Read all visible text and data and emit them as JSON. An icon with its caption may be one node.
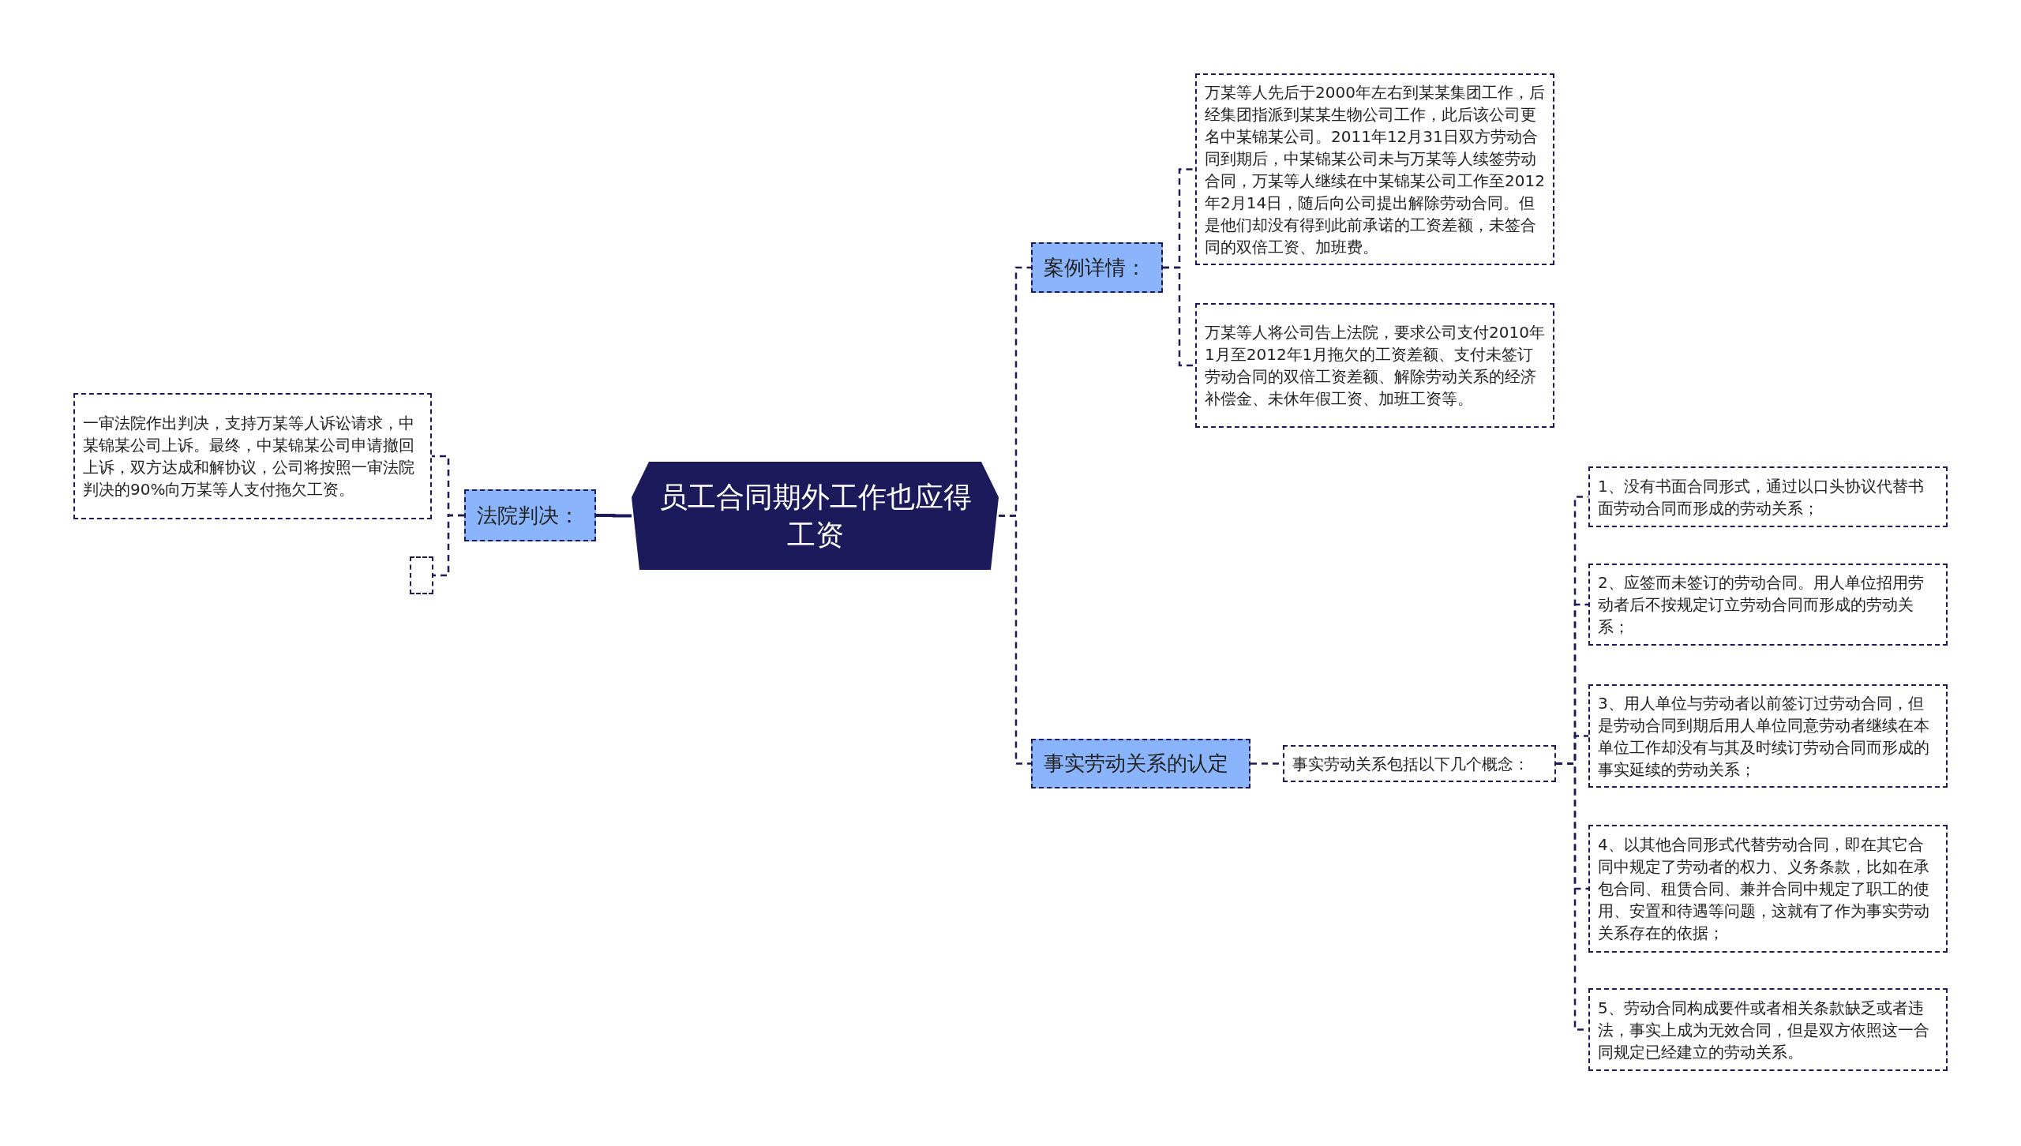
{
  "diagram": {
    "nodes": [
      {
        "text": [
          "员工合同期外工作也应得工资"
        ]
      },
      {
        "text": [
          "案例详情："
        ]
      },
      {
        "text": [
          "万某等人先后于2000年左右到某某集团工作，后经集团指派到某某生物公司工作，此后该公司更名中某锦某公司。2011年12月31日双方劳动合同到期后，中某锦某公司未与万某等人续签劳动合同，万某等人继续在中某锦某公司工作至2012年2月14日，随后向公司提出解除劳动合同。但是他们却没有得到此前承诺的工资差额，未签合同的双倍工资、加班费。"
        ]
      },
      {
        "text": [
          "万某等人将公司告上法院，要求公司支付2010年1月至2012年1月拖欠的工资差额、支付未签订劳动合同的双倍工资差额、解除劳动关系的经济补偿金、未休年假工资、加班工资等。"
        ]
      },
      {
        "text": [
          "事实劳动关系的认定"
        ]
      },
      {
        "text": [
          "事实劳动关系包括以下几个概念："
        ]
      },
      {
        "text": [
          "1、没有书面合同形式，通过以口头协议代替书面劳动合同而形成的劳动关系；"
        ]
      },
      {
        "text": [
          "2、应签而未签订的劳动合同。用人单位招用劳动者后不按规定订立劳动合同而形成的劳动关系；"
        ]
      },
      {
        "text": [
          "3、用人单位与劳动者以前签订过劳动合同，但是劳动合同到期后用人单位同意劳动者继续在本单位工作却没有与其及时续订劳动合同而形成的事实延续的劳动关系；"
        ]
      },
      {
        "text": [
          "4、以其他合同形式代替劳动合同，即在其它合同中规定了劳动者的权力、义务条款，比如在承包合同、租赁合同、兼并合同中规定了职工的使用、安置和待遇等问题，这就有了作为事实劳动关系存在的依据；"
        ]
      },
      {
        "text": [
          "5、劳动合同构成要件或者相关条款缺乏或者违法，事实上成为无效合同，但是双方依照这一合同规定已经建立的劳动关系。"
        ]
      },
      {
        "text": [
          "法院判决："
        ]
      },
      {
        "text": [
          "一审法院作出判决，支持万某等人诉讼请求，中某锦某公司上诉。最终，中某锦某公司申请撤回上诉，双方达成和解协议，公司将按照一审法院判决的90%向万某等人支付拖欠工资。"
        ]
      },
      {
        "text": [],
        "shape": "box"
      }
    ],
    "edges": [
      {
        "from": 0,
        "to": 1,
        "arrow": "none",
        "style": "dashed"
      },
      {
        "from": 1,
        "to": 2,
        "arrow": "none",
        "style": "dashed"
      },
      {
        "from": 1,
        "to": 3,
        "arrow": "none",
        "style": "dashed"
      },
      {
        "from": 0,
        "to": 4,
        "arrow": "none",
        "style": "dashed"
      },
      {
        "from": 4,
        "to": 5,
        "arrow": "none",
        "style": "dashed"
      },
      {
        "from": 5,
        "to": 6,
        "arrow": "none",
        "style": "dashed"
      },
      {
        "from": 5,
        "to": 7,
        "arrow": "none",
        "style": "dashed"
      },
      {
        "from": 5,
        "to": 8,
        "arrow": "none",
        "style": "dashed"
      },
      {
        "from": 5,
        "to": 9,
        "arrow": "none",
        "style": "dashed"
      },
      {
        "from": 5,
        "to": 10,
        "arrow": "none",
        "style": "dashed"
      },
      {
        "from": 0,
        "to": 11,
        "arrow": "none"
      },
      {
        "from": 11,
        "to": 12,
        "arrow": "none",
        "style": "dashed"
      },
      {
        "from": 11,
        "to": 13,
        "arrow": "none",
        "style": "dashed"
      }
    ]
  }
}
